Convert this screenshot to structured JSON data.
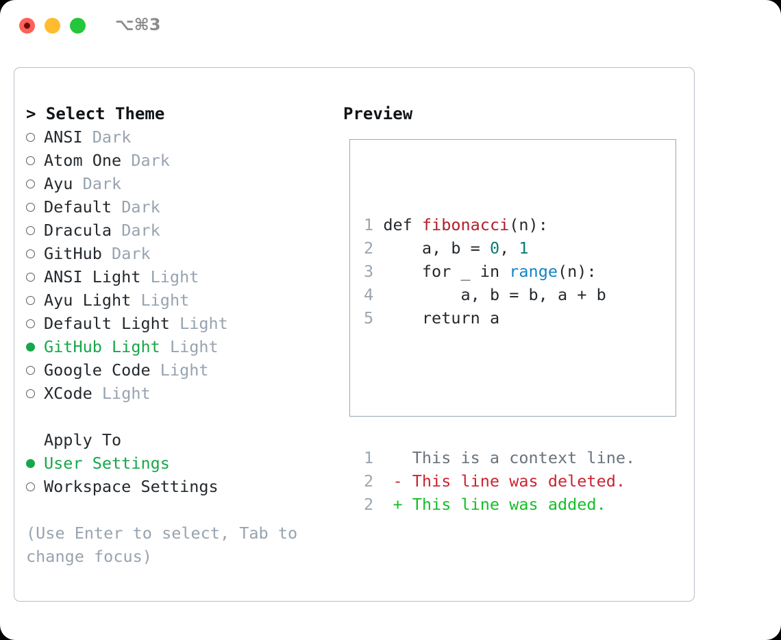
{
  "titlebar": {
    "shortcut": "⌥⌘3",
    "dots": [
      {
        "name": "close",
        "color": "#ff6058"
      },
      {
        "name": "minimize",
        "color": "#febc2e"
      },
      {
        "name": "maximize",
        "color": "#24c63b"
      }
    ]
  },
  "left": {
    "header": "> Select Theme",
    "themes": [
      {
        "name": "ANSI",
        "tag": "Dark",
        "selected": false
      },
      {
        "name": "Atom One",
        "tag": "Dark",
        "selected": false
      },
      {
        "name": "Ayu",
        "tag": "Dark",
        "selected": false
      },
      {
        "name": "Default",
        "tag": "Dark",
        "selected": false
      },
      {
        "name": "Dracula",
        "tag": "Dark",
        "selected": false
      },
      {
        "name": "GitHub",
        "tag": "Dark",
        "selected": false
      },
      {
        "name": "ANSI Light",
        "tag": "Light",
        "selected": false
      },
      {
        "name": "Ayu Light",
        "tag": "Light",
        "selected": false
      },
      {
        "name": "Default Light",
        "tag": "Light",
        "selected": false
      },
      {
        "name": "GitHub Light",
        "tag": "Light",
        "selected": true
      },
      {
        "name": "Google Code",
        "tag": "Light",
        "selected": false
      },
      {
        "name": "XCode",
        "tag": "Light",
        "selected": false
      }
    ],
    "apply_to_header": "Apply To",
    "apply_to_options": [
      {
        "label": "User Settings",
        "selected": true
      },
      {
        "label": "Workspace Settings",
        "selected": false
      }
    ],
    "hint": "(Use Enter to select, Tab to change focus)"
  },
  "right": {
    "preview_title": "Preview",
    "code_lines": [
      {
        "num": "1",
        "segments": [
          {
            "text": "def ",
            "cls": "tok-plain"
          },
          {
            "text": "fibonacci",
            "cls": "tok-fn"
          },
          {
            "text": "(n):",
            "cls": "tok-plain"
          }
        ]
      },
      {
        "num": "2",
        "segments": [
          {
            "text": "    a, b = ",
            "cls": "tok-plain"
          },
          {
            "text": "0",
            "cls": "tok-num"
          },
          {
            "text": ", ",
            "cls": "tok-plain"
          },
          {
            "text": "1",
            "cls": "tok-num"
          }
        ]
      },
      {
        "num": "3",
        "segments": [
          {
            "text": "    for _ in ",
            "cls": "tok-plain"
          },
          {
            "text": "range",
            "cls": "tok-kw"
          },
          {
            "text": "(n):",
            "cls": "tok-plain"
          }
        ]
      },
      {
        "num": "4",
        "segments": [
          {
            "text": "        a, b = b, a + b",
            "cls": "tok-plain"
          }
        ]
      },
      {
        "num": "5",
        "segments": [
          {
            "text": "    return a",
            "cls": "tok-plain"
          }
        ]
      }
    ],
    "diff_lines": [
      {
        "num": "1",
        "marker": " ",
        "text": "This is a context line.",
        "cls": "diff-ctx"
      },
      {
        "num": "2",
        "marker": "-",
        "text": "This line was deleted.",
        "cls": "diff-del"
      },
      {
        "num": "2",
        "marker": "+",
        "text": "This line was added.",
        "cls": "diff-add"
      }
    ]
  },
  "colors": {
    "accent_green": "#16a74a",
    "muted": "#97a3b0",
    "border": "#b6bfc9",
    "preview_border": "#9aa6b2",
    "diff_add": "#13c026",
    "diff_del": "#cb2431",
    "code_fn": "#b31d28",
    "code_num": "#0b7b76",
    "code_kw": "#1184c4"
  }
}
